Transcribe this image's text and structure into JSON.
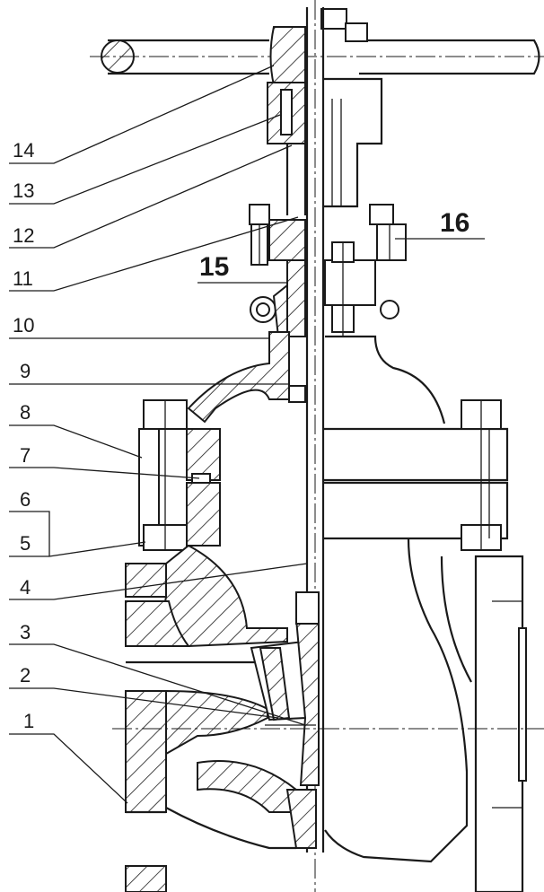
{
  "part_labels": [
    "14",
    "13",
    "12",
    "11",
    "10",
    "9",
    "8",
    "7",
    "6",
    "5",
    "4",
    "3",
    "2",
    "1"
  ],
  "callouts": [
    "15",
    "16"
  ]
}
